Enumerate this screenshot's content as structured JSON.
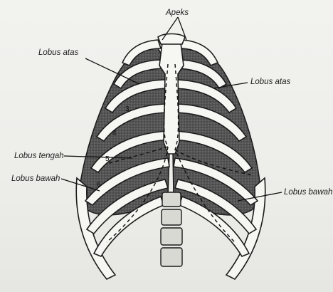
{
  "labels": {
    "apeks": "Apeks",
    "lobus_atas_left": "Lobus atas",
    "lobus_atas_right": "Lobus atas",
    "lobus_tengah": "Lobus tengah",
    "lobus_bawah_left": "Lobus bawah",
    "lobus_bawah_right": "Lobus bawah"
  },
  "rib_numbers": [
    "3",
    "4",
    "5",
    "6"
  ],
  "colors": {
    "line": "#1b1b1b",
    "lung_fill": "#4a4a4a",
    "bone_fill": "#f6f6f3",
    "background": "#eeeeec"
  }
}
